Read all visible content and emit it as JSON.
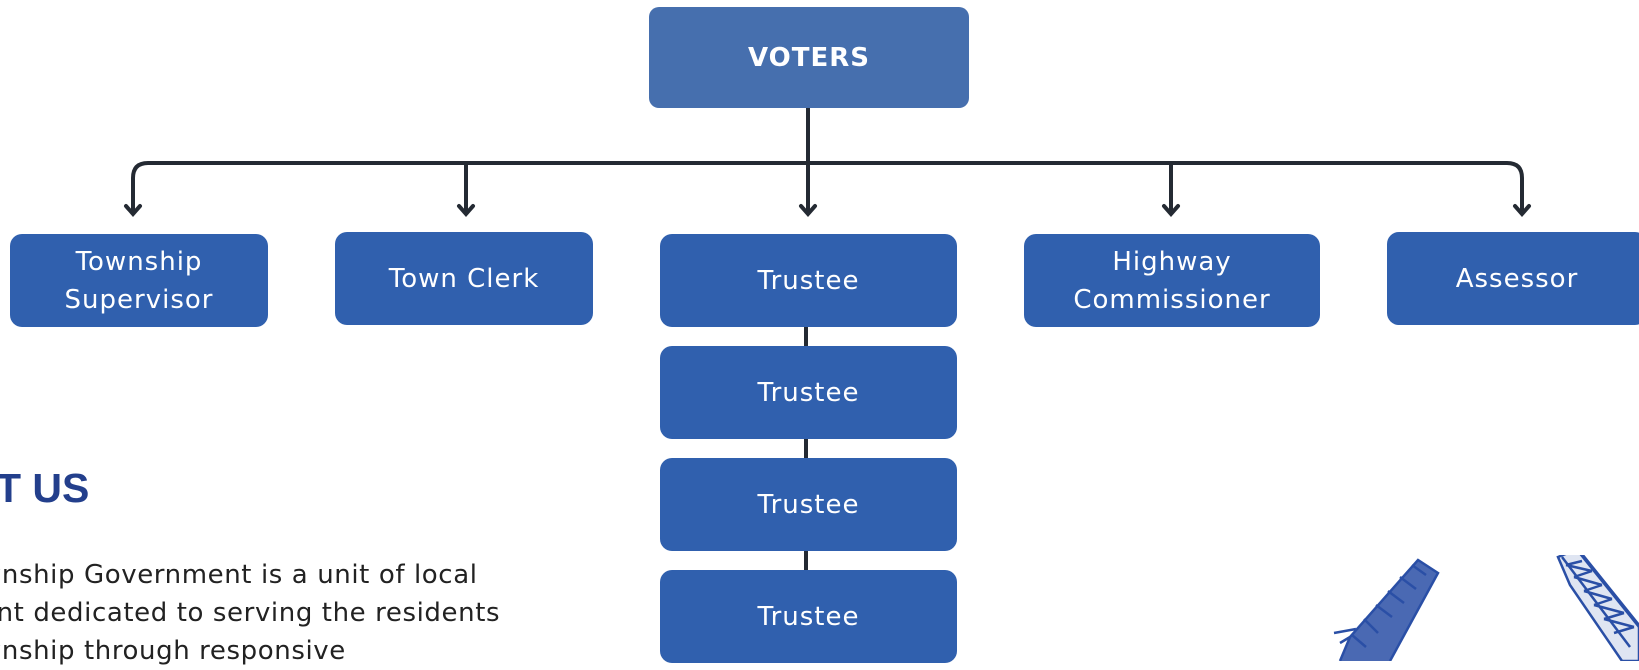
{
  "org_chart": {
    "root": "VOTERS",
    "offices": [
      "Township\nSupervisor",
      "Town Clerk",
      "Trustee",
      "Highway\nCommissioner",
      "Assessor"
    ],
    "trustees": [
      "Trustee",
      "Trustee",
      "Trustee"
    ]
  },
  "about": {
    "title": "T US",
    "lines": [
      "wnship Government is a unit of local",
      "ent dedicated to serving the residents",
      "wnship through responsive"
    ]
  },
  "colors": {
    "box": "#3060ae",
    "root_box": "#466fae",
    "line": "#242a33",
    "title": "#233f8c",
    "bridge": "#2a4fa6"
  },
  "icons": [
    "drawbridge-icon"
  ]
}
